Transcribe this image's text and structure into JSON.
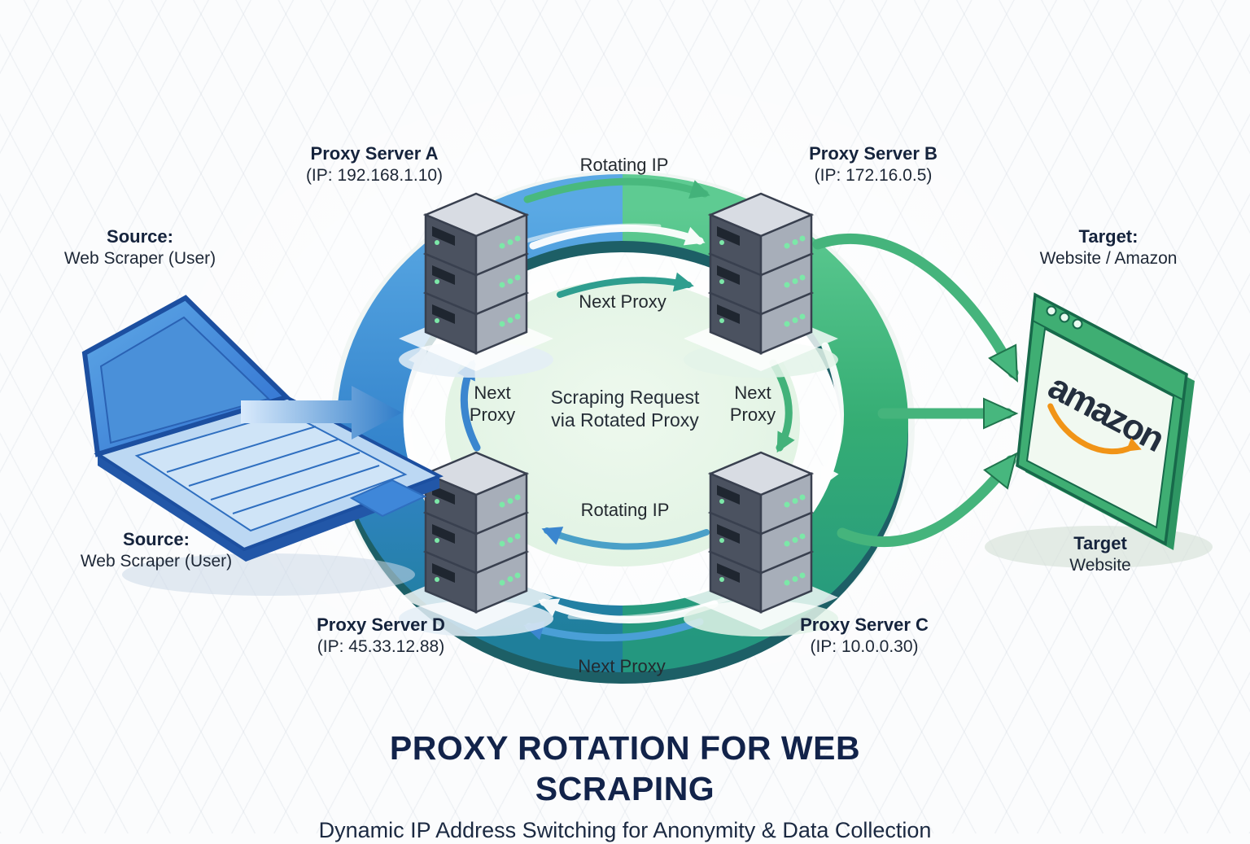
{
  "title": {
    "heading": "PROXY ROTATION FOR WEB SCRAPING",
    "subheading": "Dynamic IP Address Switching for Anonymity & Data Collection"
  },
  "source": {
    "top": {
      "heading": "Source:",
      "label": "Web Scraper (User)"
    },
    "bottom": {
      "heading": "Source:",
      "label": "Web Scraper (User)"
    }
  },
  "target": {
    "top": {
      "heading": "Target:",
      "label": "Website / Amazon"
    },
    "bottom": {
      "heading": "Target",
      "label": "Website"
    }
  },
  "proxies": {
    "a": {
      "name": "Proxy Server A",
      "ip": "(IP: 192.168.1.10)"
    },
    "b": {
      "name": "Proxy Server B",
      "ip": "(IP: 172.16.0.5)"
    },
    "c": {
      "name": "Proxy Server C",
      "ip": "(IP: 10.0.0.30)"
    },
    "d": {
      "name": "Proxy Server D",
      "ip": "(IP: 45.33.12.88)"
    }
  },
  "flow": {
    "rotating_ip_top": "Rotating IP",
    "next_proxy_top": "Next Proxy",
    "next_proxy_left": "Next\nProxy",
    "next_proxy_right": "Next\nProxy",
    "center_note": "Scraping Request\nvia Rotated Proxy",
    "rotating_ip_bottom": "Rotating IP",
    "next_proxy_bottom": "Next Proxy"
  },
  "target_window": {
    "logo_text": "amazon"
  },
  "colors": {
    "accent_blue": "#2f7cc8",
    "accent_green": "#3fae74",
    "accent_teal": "#2f9e8f",
    "navy_text": "#15233c",
    "amazon_orange": "#f19417",
    "window_green": "#3fae73"
  }
}
